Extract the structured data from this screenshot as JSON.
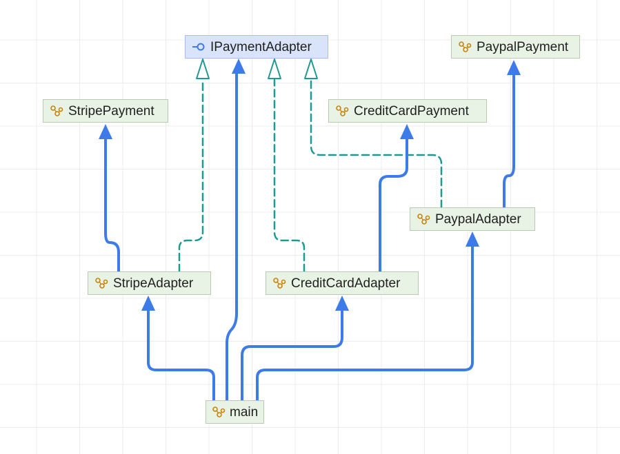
{
  "diagram": {
    "nodes": {
      "ipayment_adapter": {
        "label": "IPaymentAdapter",
        "kind": "interface",
        "icon": "interface-icon"
      },
      "paypal_payment": {
        "label": "PaypalPayment",
        "kind": "class",
        "icon": "class-icon"
      },
      "stripe_payment": {
        "label": "StripePayment",
        "kind": "class",
        "icon": "class-icon"
      },
      "credit_card_payment": {
        "label": "CreditCardPayment",
        "kind": "class",
        "icon": "class-icon"
      },
      "paypal_adapter": {
        "label": "PaypalAdapter",
        "kind": "class",
        "icon": "class-icon"
      },
      "stripe_adapter": {
        "label": "StripeAdapter",
        "kind": "class",
        "icon": "class-icon"
      },
      "credit_card_adapter": {
        "label": "CreditCardAdapter",
        "kind": "class",
        "icon": "class-icon"
      },
      "main": {
        "label": "main",
        "kind": "class",
        "icon": "class-icon"
      }
    },
    "edges": [
      {
        "from": "stripe_adapter",
        "to": "ipayment_adapter",
        "type": "realization"
      },
      {
        "from": "credit_card_adapter",
        "to": "ipayment_adapter",
        "type": "realization"
      },
      {
        "from": "paypal_adapter",
        "to": "ipayment_adapter",
        "type": "realization"
      },
      {
        "from": "stripe_adapter",
        "to": "stripe_payment",
        "type": "association"
      },
      {
        "from": "credit_card_adapter",
        "to": "credit_card_payment",
        "type": "association"
      },
      {
        "from": "paypal_adapter",
        "to": "paypal_payment",
        "type": "association"
      },
      {
        "from": "main",
        "to": "ipayment_adapter",
        "type": "association"
      },
      {
        "from": "main",
        "to": "stripe_adapter",
        "type": "association"
      },
      {
        "from": "main",
        "to": "credit_card_adapter",
        "type": "association"
      },
      {
        "from": "main",
        "to": "paypal_adapter",
        "type": "association"
      }
    ],
    "colors": {
      "association": "#3d7be8",
      "realization": "#1a9a90",
      "class_fill": "#e9f3e5",
      "interface_fill": "#d9e4fb",
      "class_icon": "#c9820a",
      "interface_icon": "#3d7be8"
    }
  }
}
